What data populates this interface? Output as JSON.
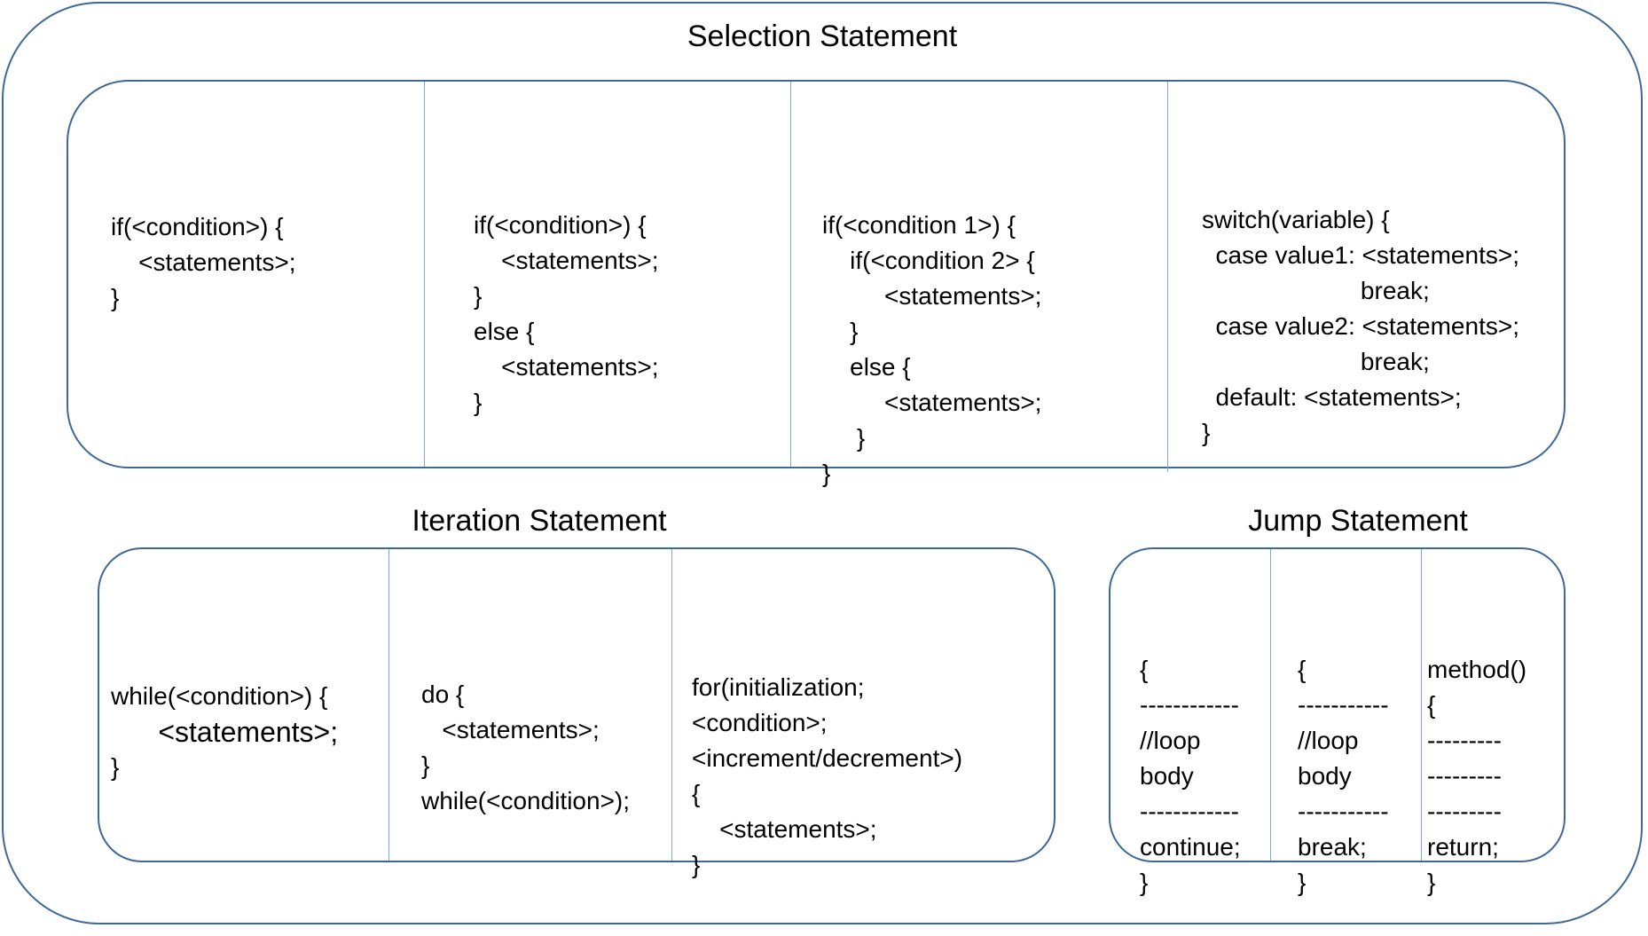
{
  "selection": {
    "title": "Selection Statement",
    "panels": [
      {
        "lines": [
          "if(<condition>) {",
          "    <statements>;",
          "}"
        ]
      },
      {
        "lines": [
          "if(<condition>) {",
          "    <statements>;",
          "}",
          "else {",
          "    <statements>;",
          "}"
        ]
      },
      {
        "lines": [
          "if(<condition 1>) {",
          "    if(<condition 2> {",
          "         <statements>;",
          "    }",
          "    else {",
          "         <statements>;",
          "     }",
          "}"
        ]
      },
      {
        "lines": [
          "switch(variable) {",
          "  case value1: <statements>;",
          "                       break;",
          "  case value2: <statements>;",
          "                       break;",
          "  default: <statements>;",
          "}"
        ]
      }
    ]
  },
  "iteration": {
    "title": "Iteration Statement",
    "panels": [
      {
        "lines": [
          "while(<condition>) {",
          "      <statements>;",
          "}"
        ]
      },
      {
        "lines": [
          "do {",
          "   <statements>;",
          "}",
          "while(<condition>);"
        ]
      },
      {
        "lines": [
          "for(initialization;",
          "<condition>;",
          "<increment/decrement>)",
          "{",
          "    <statements>;",
          "}"
        ]
      }
    ]
  },
  "jump": {
    "title": "Jump Statement",
    "panels": [
      {
        "lines": [
          "{",
          "------------",
          "//loop",
          "body",
          "------------",
          "continue;",
          "}"
        ]
      },
      {
        "lines": [
          "{",
          "-----------",
          "//loop",
          "body",
          "-----------",
          "break;",
          "}"
        ]
      },
      {
        "lines": [
          "method()",
          "{",
          "---------",
          "---------",
          "---------",
          "return;",
          "}"
        ]
      }
    ]
  },
  "colors": {
    "border": "#3d6899",
    "divider": "#7ea9d4"
  }
}
